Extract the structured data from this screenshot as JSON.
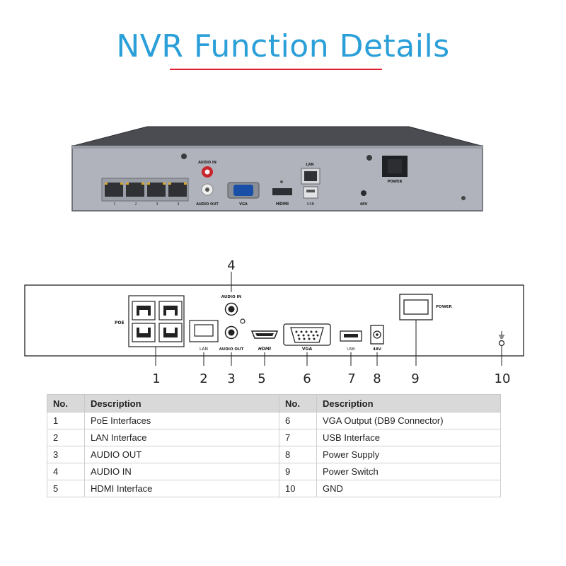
{
  "title": "NVR Function Details",
  "colors": {
    "title": "#2a9fd8",
    "rule": "#e0222e",
    "table_header": "#d9d9d9"
  },
  "photo": {
    "audio_in": "AUDIO IN",
    "audio_out": "AUDIO OUT",
    "vga": "VGA",
    "hdmi": "HDMI",
    "lan": "LAN",
    "usb": "USB",
    "power_in": "48V",
    "power": "POWER",
    "port_numbers": [
      "1",
      "2",
      "3",
      "4"
    ]
  },
  "diagram": {
    "poe": "POE",
    "lan": "LAN",
    "audio_in": "AUDIO IN",
    "audio_out": "AUDIO OUT",
    "hdmi": "HDMI",
    "vga": "VGA",
    "usb": "USB",
    "power_in": "48V",
    "power": "POWER",
    "callouts": [
      "1",
      "2",
      "3",
      "4",
      "5",
      "6",
      "7",
      "8",
      "9",
      "10"
    ]
  },
  "table": {
    "headers": [
      "No.",
      "Description",
      "No.",
      "Description"
    ],
    "rows": [
      [
        "1",
        "PoE Interfaces",
        "6",
        "VGA Output (DB9 Connector)"
      ],
      [
        "2",
        "LAN Interface",
        "7",
        "USB Interface"
      ],
      [
        "3",
        "AUDIO OUT",
        "8",
        "Power Supply"
      ],
      [
        "4",
        "AUDIO IN",
        "9",
        "Power Switch"
      ],
      [
        "5",
        "HDMI Interface",
        "10",
        "GND"
      ]
    ]
  }
}
